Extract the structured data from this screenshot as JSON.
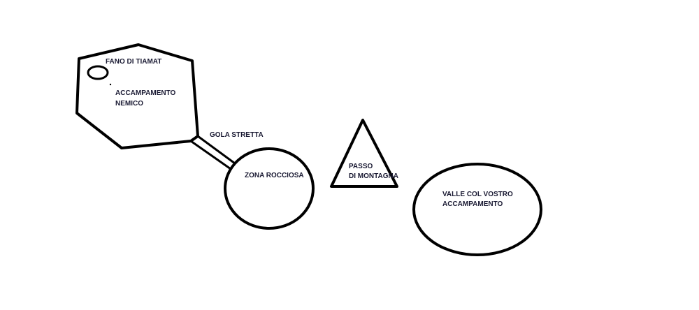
{
  "labels": {
    "shrine": "FANO DI TIAMAT",
    "enemy_camp_line1": "ACCAMPAMENTO",
    "enemy_camp_line2": "NEMICO",
    "gorge": "GOLA STRETTA",
    "rocky_zone": "ZONA ROCCIOSA",
    "pass_line1": "PASSO",
    "pass_line2": "DI MONTAGNA",
    "valley_line1": "VALLE COL VOSTRO",
    "valley_line2": "ACCAMPAMENTO"
  },
  "colors": {
    "stroke": "#000000",
    "text": "#1a1a33",
    "background": "#ffffff"
  }
}
